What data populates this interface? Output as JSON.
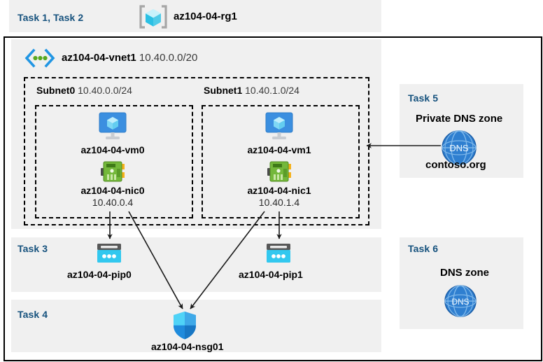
{
  "diagram": {
    "title": "Azure AZ-104 Module 04 lab resource topology",
    "colors": {
      "task_label": "#15517d",
      "panel_bg": "#f0f0f0",
      "frame_border": "#000000",
      "dashed_border": "#000000",
      "vm_icon_blue": "#3b8fe0",
      "nic_icon_green": "#7cbb3a",
      "pip_icon_cyan": "#32c8ef",
      "nsg_icon_blue": "#2b9ae8",
      "dns_icon_blue": "#2f7fd0",
      "rg_icon_cyan": "#5ad8f0",
      "vnet_icon_blue": "#2196e3",
      "vnet_icon_green": "#57a81f"
    },
    "header": {
      "task_label": "Task 1, Task 2",
      "resource_group_icon": "resource-group-icon",
      "resource_group_name": "az104-04-rg1"
    },
    "vnet": {
      "icon": "virtual-network-icon",
      "name": "az104-04-vnet1",
      "address_space": "10.40.0.0/20"
    },
    "subnets": [
      {
        "label": "Subnet0",
        "cidr": "10.40.0.0/24",
        "vm": {
          "icon": "virtual-machine-icon",
          "name": "az104-04-vm0"
        },
        "nic": {
          "icon": "network-interface-icon",
          "name": "az104-04-nic0",
          "ip": "10.40.0.4"
        }
      },
      {
        "label": "Subnet1",
        "cidr": "10.40.1.0/24",
        "vm": {
          "icon": "virtual-machine-icon",
          "name": "az104-04-vm1"
        },
        "nic": {
          "icon": "network-interface-icon",
          "name": "az104-04-nic1",
          "ip": "10.40.1.4"
        }
      }
    ],
    "task3": {
      "task_label": "Task 3",
      "public_ips": [
        {
          "icon": "public-ip-address-icon",
          "name": "az104-04-pip0"
        },
        {
          "icon": "public-ip-address-icon",
          "name": "az104-04-pip1"
        }
      ]
    },
    "task4": {
      "task_label": "Task 4",
      "nsg": {
        "icon": "network-security-group-icon",
        "name": "az104-04-nsg01"
      }
    },
    "task5": {
      "task_label": "Task 5",
      "heading": "Private DNS zone",
      "icon": "dns-zone-icon",
      "icon_text": "DNS",
      "zone_name": "contoso.org"
    },
    "task6": {
      "task_label": "Task 6",
      "heading": "DNS zone",
      "icon": "dns-zone-icon",
      "icon_text": "DNS"
    }
  }
}
